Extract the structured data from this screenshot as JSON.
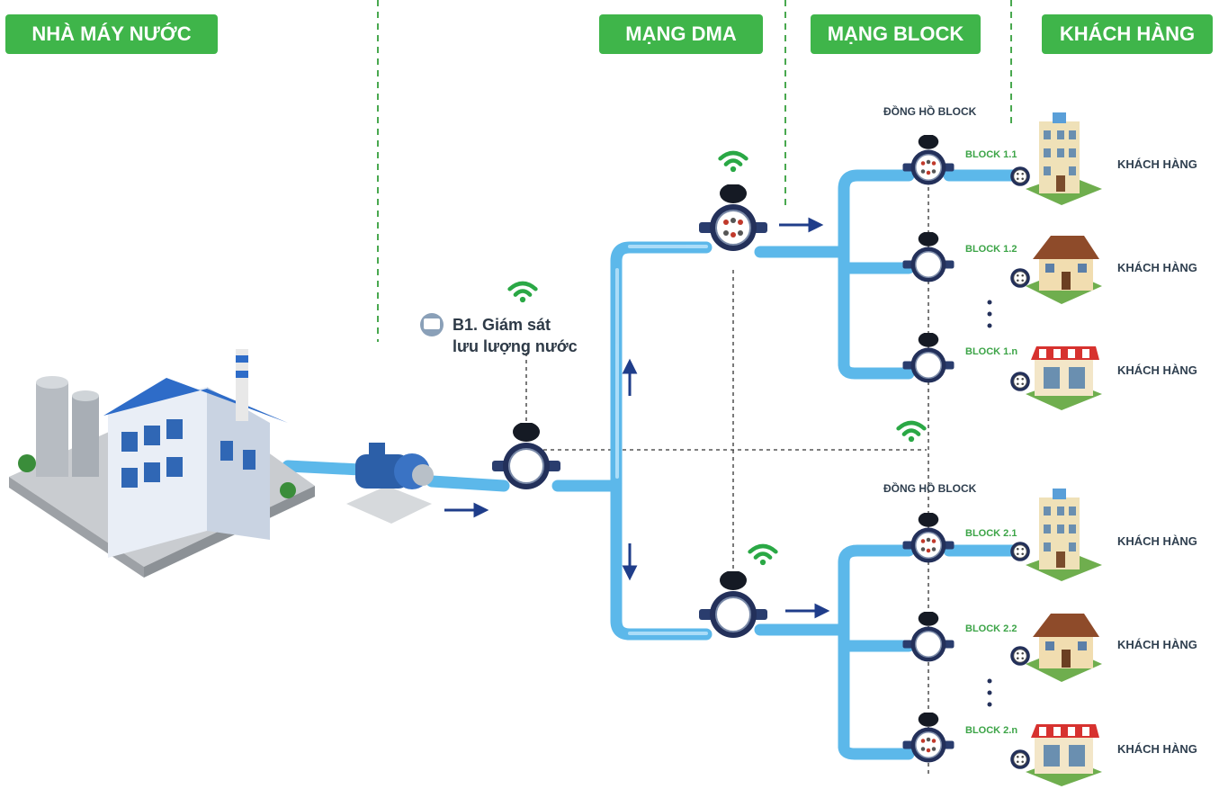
{
  "headers": {
    "plant": "NHÀ MÁY NƯỚC",
    "dma": "MẠNG DMA",
    "block": "MẠNG BLOCK",
    "customer": "KHÁCH HÀNG"
  },
  "monitor": {
    "line1": "B1. Giám sát",
    "line2": "lưu lượng nước"
  },
  "block_meter_label": "ĐỒNG HỒ BLOCK",
  "group1": {
    "blocks": [
      "BLOCK 1.1",
      "BLOCK 1.2",
      "BLOCK 1.n"
    ],
    "customers": [
      "KHÁCH HÀNG",
      "KHÁCH HÀNG",
      "KHÁCH HÀNG"
    ]
  },
  "group2": {
    "blocks": [
      "BLOCK 2.1",
      "BLOCK 2.2",
      "BLOCK 2.n"
    ],
    "customers": [
      "KHÁCH HÀNG",
      "KHÁCH HÀNG",
      "KHÁCH HÀNG"
    ]
  },
  "colors": {
    "brand_green": "#3fb54a",
    "pipe_blue": "#5cb8ea",
    "arrow_navy": "#1f3d8a",
    "wifi_green": "#2aa845"
  },
  "icons": [
    "factory-icon",
    "pump-icon",
    "water-meter-icon",
    "wifi-icon",
    "apartment-icon",
    "house-icon",
    "shop-icon",
    "arrow-icon"
  ]
}
